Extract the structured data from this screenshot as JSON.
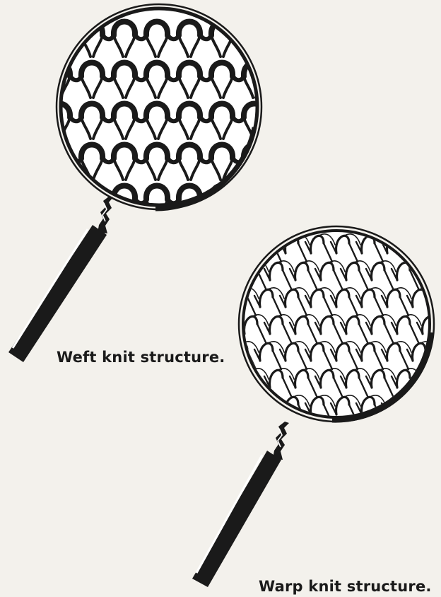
{
  "colors": {
    "paper": "#f3f1ec",
    "ink": "#1a1a1a",
    "lens": "#ffffff"
  },
  "figures": [
    {
      "id": "weft",
      "caption": "Weft knit structure.",
      "icon": "magnifying-glass-icon"
    },
    {
      "id": "warp",
      "caption": "Warp knit structure.",
      "icon": "magnifying-glass-icon"
    }
  ]
}
